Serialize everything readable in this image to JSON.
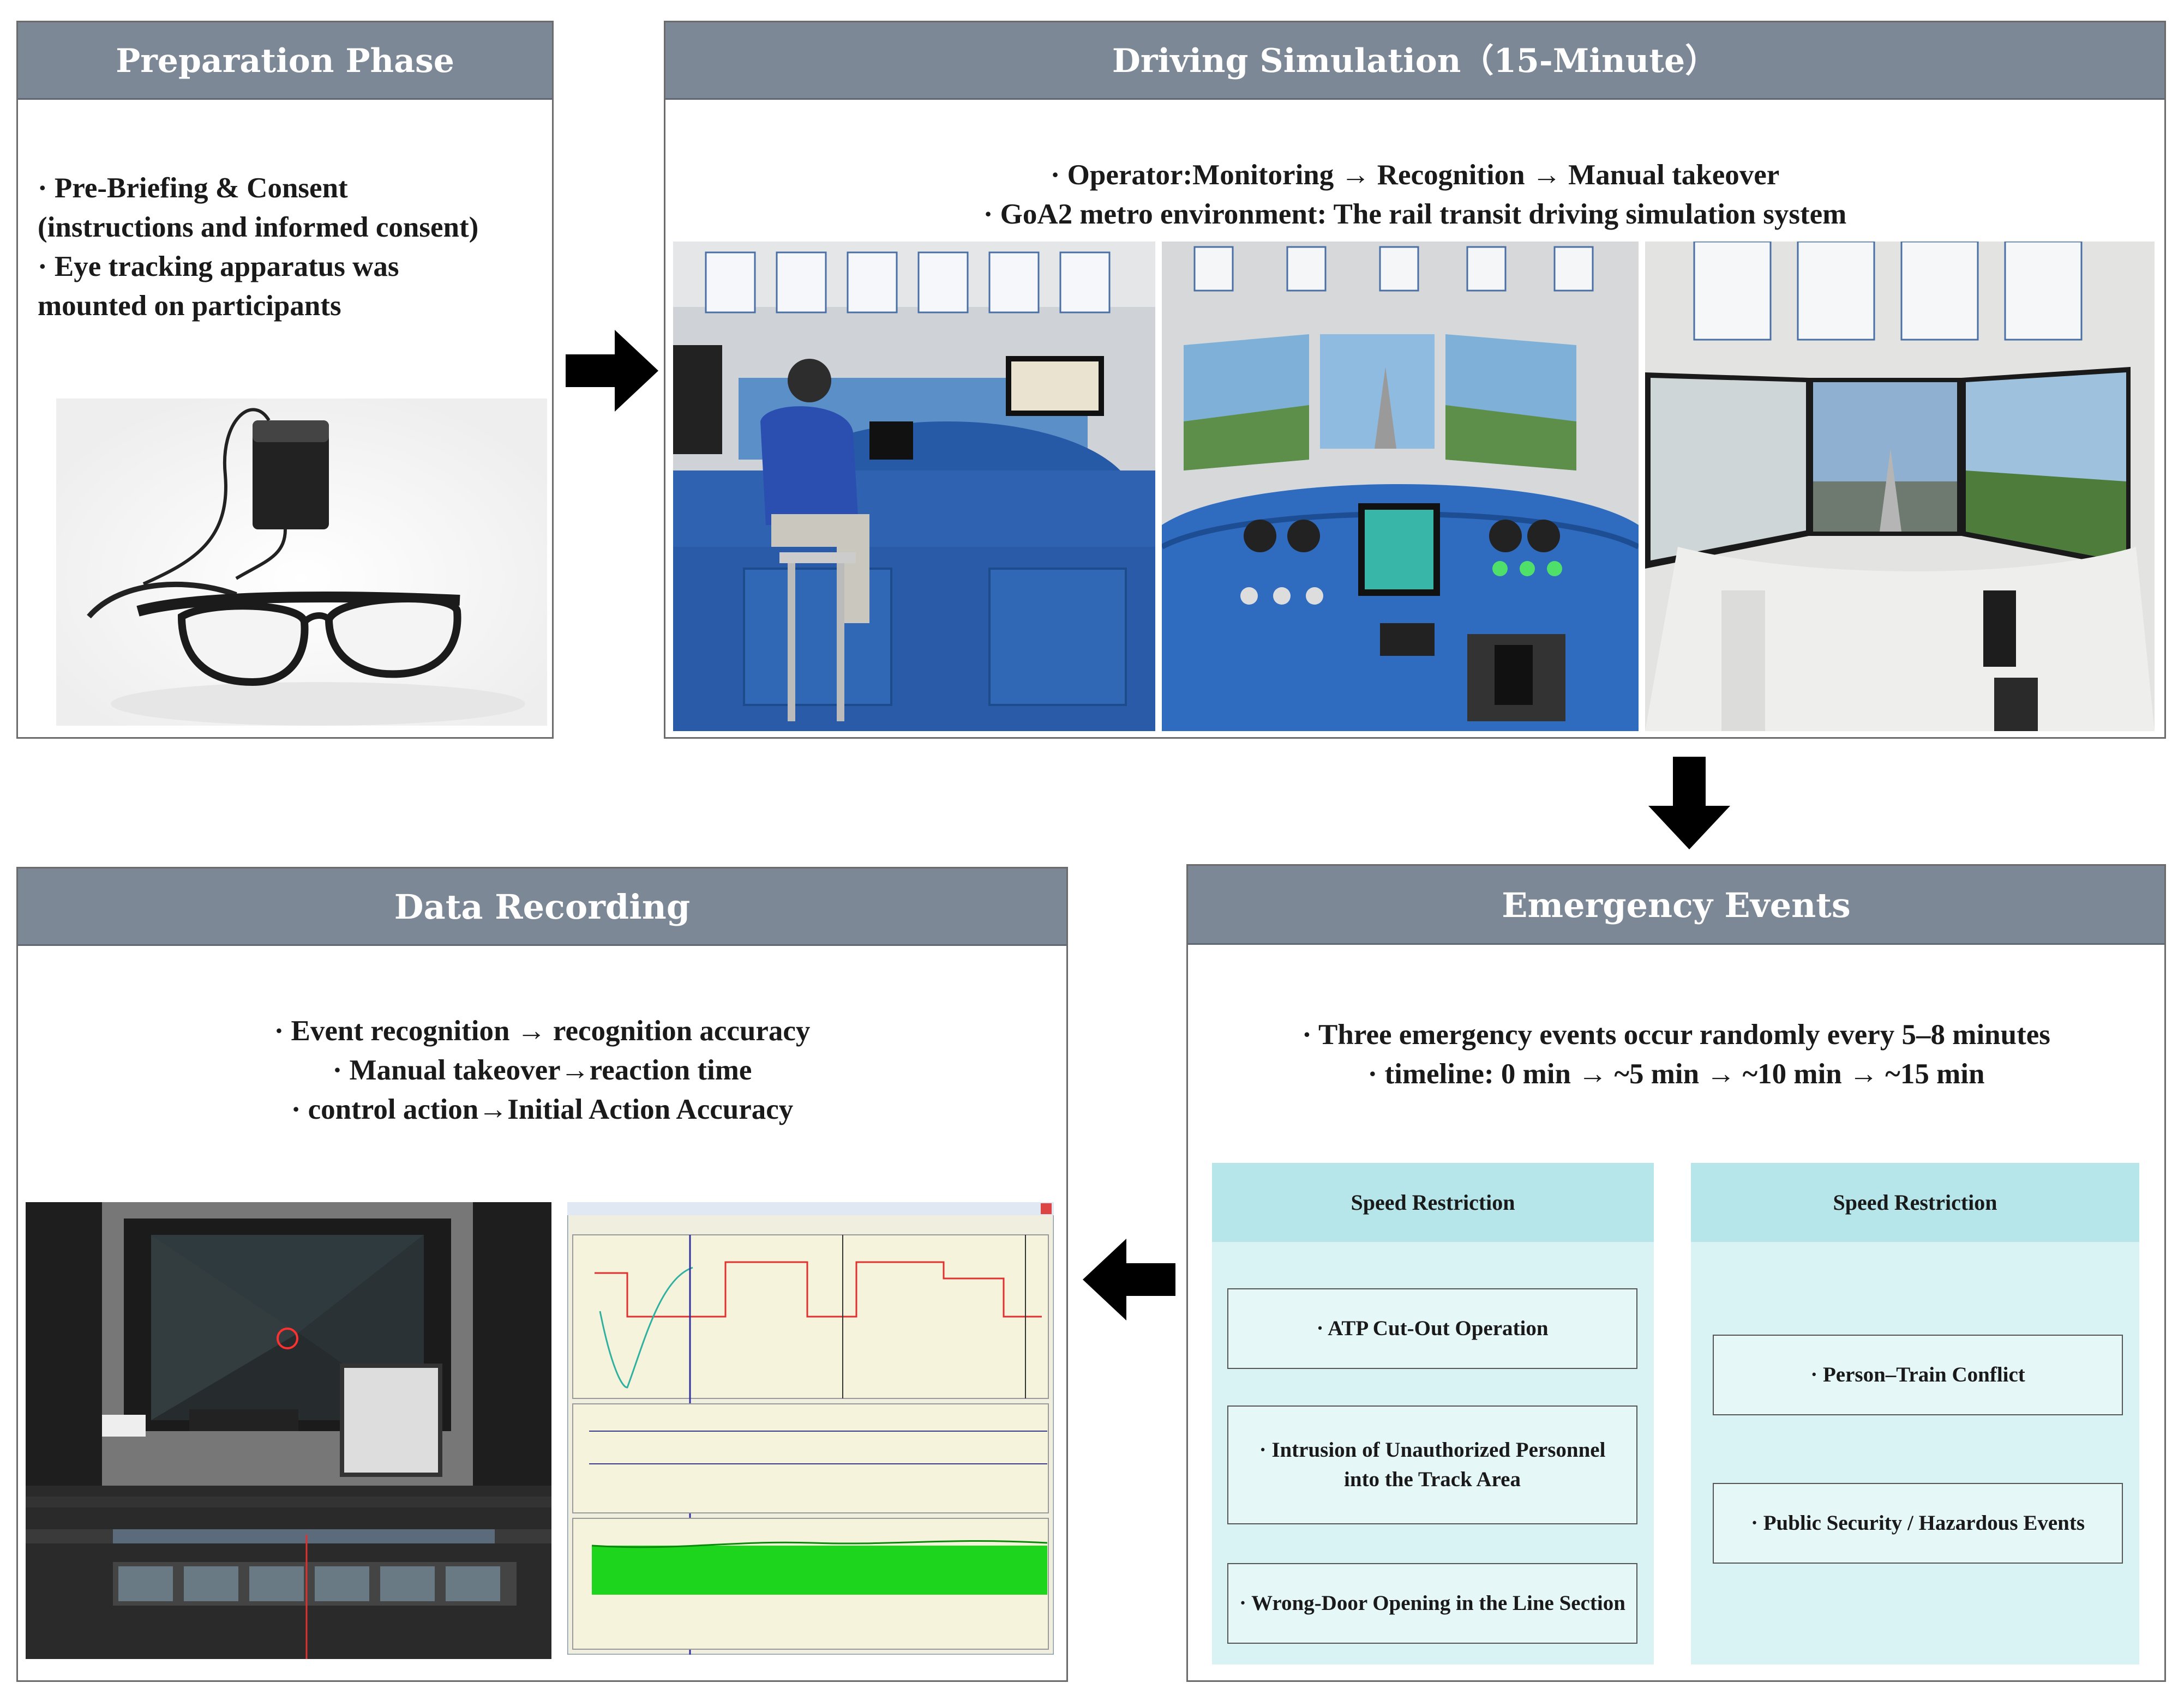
{
  "preparation": {
    "title": "Preparation Phase",
    "lines": [
      "· Pre-Briefing & Consent",
      "(instructions and informed consent)",
      "· Eye tracking apparatus was",
      "mounted on participants"
    ]
  },
  "simulation": {
    "title": "Driving Simulation（15-Minute）",
    "lines": [
      "· Operator:Monitoring → Recognition → Manual takeover",
      "· GoA2 metro environment: The rail transit driving simulation system"
    ]
  },
  "emergency": {
    "title": "Emergency Events",
    "lines": [
      "· Three emergency events occur randomly every 5–8 minutes",
      "· timeline: 0 min → ~5 min → ~10 min → ~15 min"
    ],
    "columns": [
      {
        "header": "Speed Restriction",
        "items": [
          "· ATP Cut-Out Operation",
          "· Intrusion of Unauthorized Personnel into the Track Area",
          "· Wrong-Door Opening in the Line Section"
        ]
      },
      {
        "header": "Speed Restriction",
        "items": [
          "· Person–Train Conflict",
          "· Public Security / Hazardous Events"
        ]
      }
    ]
  },
  "recording": {
    "title": "Data Recording",
    "lines": [
      "· Event recognition → recognition accuracy",
      "· Manual takeover→reaction time",
      "· control action→Initial Action Accuracy"
    ]
  },
  "colors": {
    "header": "#7c8896",
    "event_header": "#b6e6ea",
    "event_bg": "#d9f2f3"
  }
}
